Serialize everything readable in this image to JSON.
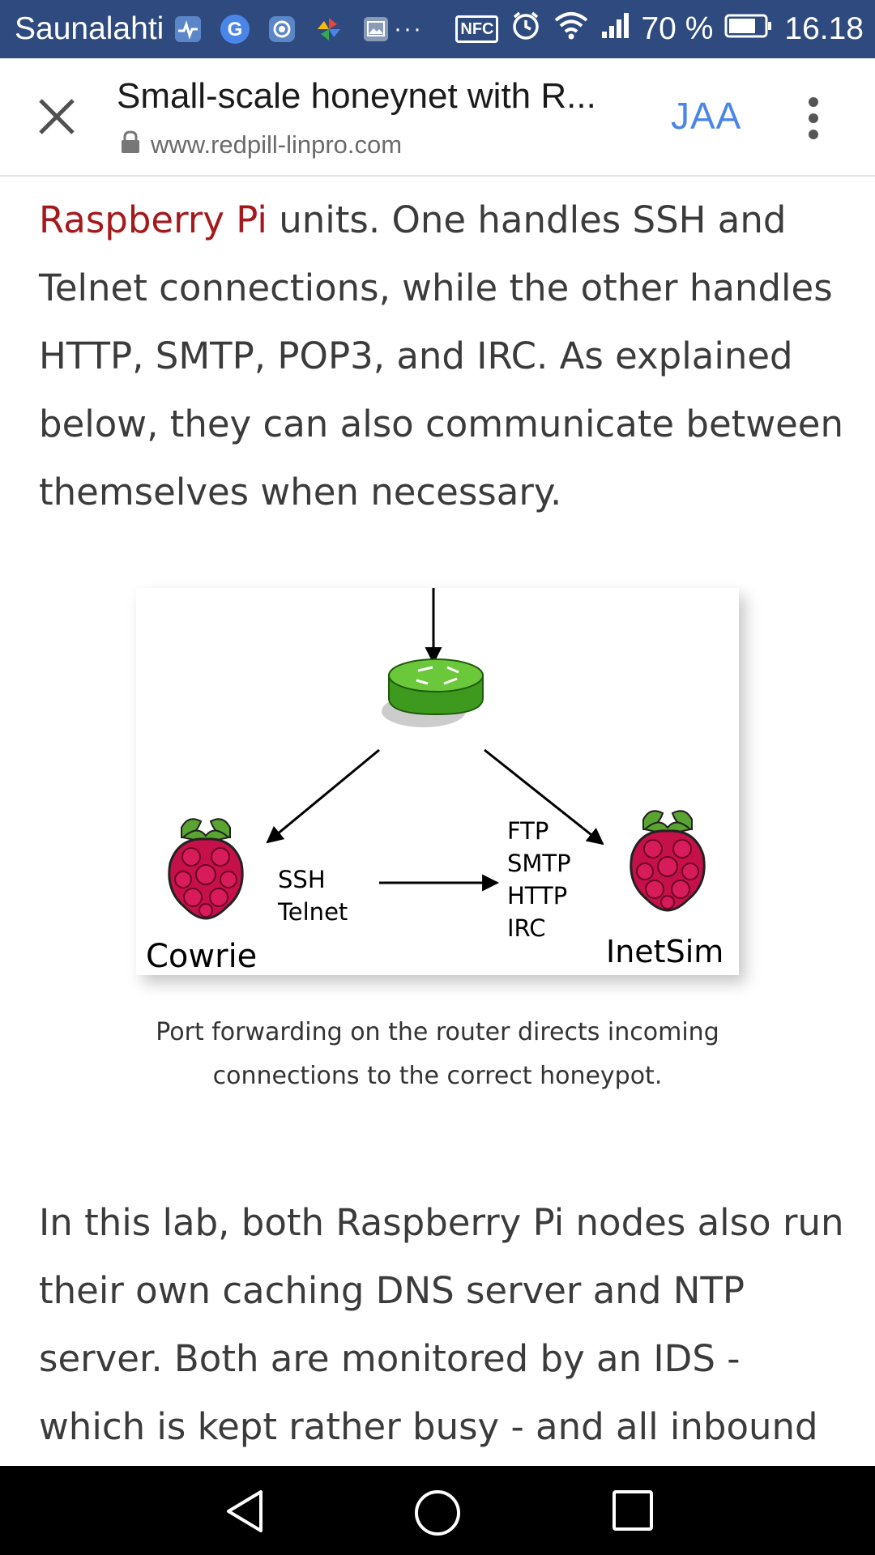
{
  "status_bar": {
    "carrier": "Saunalahti",
    "more_indicator": "···",
    "nfc_label": "NFC",
    "battery": "70 %",
    "time": "16.18",
    "icons": [
      "health-app-icon",
      "google-icon",
      "record-icon",
      "pinwheel-icon",
      "gallery-icon",
      "nfc-icon",
      "alarm-icon",
      "wifi-icon",
      "signal-icon",
      "battery-icon"
    ]
  },
  "toolbar": {
    "title": "Small-scale honeynet with R...",
    "url": "www.redpill-linpro.com",
    "share_label": "JAA"
  },
  "article": {
    "para1_link": "Raspberry Pi",
    "para1_rest": " units. One handles SSH and Telnet connections, while the other handles HTTP, SMTP, POP3, and IRC. As explained below, they can also communicate between themselves when necessary.",
    "figure": {
      "left_node": "Cowrie",
      "right_node": "InetSim",
      "left_services": [
        "SSH",
        "Telnet"
      ],
      "right_services": [
        "FTP",
        "SMTP",
        "HTTP",
        "IRC"
      ]
    },
    "caption": "Port forwarding on the router directs incoming connections to the correct honeypot.",
    "para2": "In this lab, both Raspberry Pi nodes also run their own caching DNS server and NTP server. Both are monitored by an IDS - which is kept rather busy - and all inbound"
  },
  "colors": {
    "status_bar": "#2e4a7e",
    "link": "#a5191d",
    "accent": "#4a86e8",
    "router": "#55b52c",
    "raspberry": "#c5104a",
    "leaf": "#5aa431"
  }
}
